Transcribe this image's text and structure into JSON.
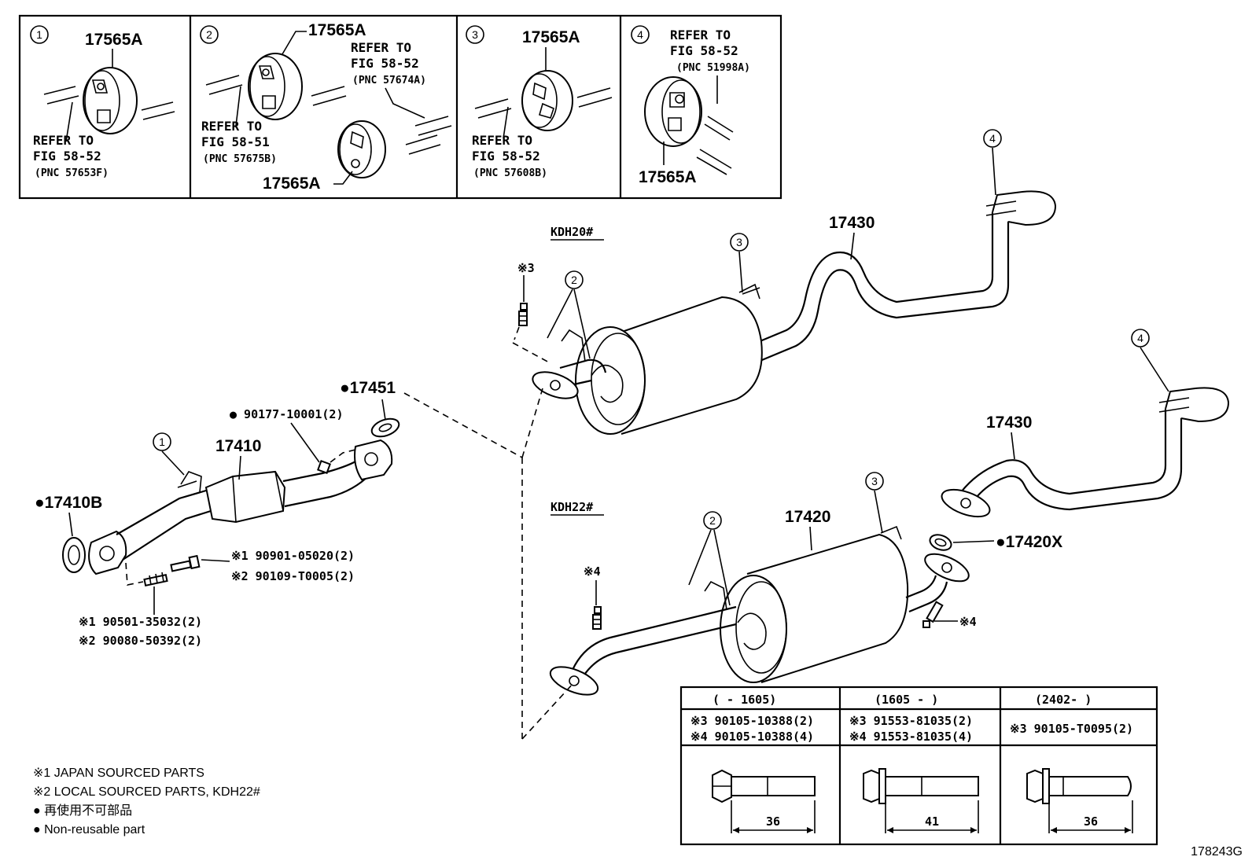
{
  "figure_id": "178243G",
  "detail_boxes": [
    {
      "num": "1",
      "part": "17565A",
      "refer_line1": "REFER TO",
      "refer_line2": "FIG 58-52",
      "pnc": "(PNC 57653F)"
    },
    {
      "num": "2",
      "part_top": "17565A",
      "refer_a_line1": "REFER TO",
      "refer_a_line2": "FIG 58-52",
      "pnc_a": "(PNC 57674A)",
      "refer_b_line1": "REFER TO",
      "refer_b_line2": "FIG 58-51",
      "pnc_b": "(PNC 57675B)",
      "part_bottom": "17565A"
    },
    {
      "num": "3",
      "part": "17565A",
      "refer_line1": "REFER TO",
      "refer_line2": "FIG 58-52",
      "pnc": "(PNC 57608B)"
    },
    {
      "num": "4",
      "part": "17565A",
      "refer_line1": "REFER TO",
      "refer_line2": "FIG 58-52",
      "pnc": "(PNC 51998A)"
    }
  ],
  "models": {
    "a": "KDH20#",
    "b": "KDH22#"
  },
  "callouts": {
    "c1": "1",
    "c2": "2",
    "c3": "3",
    "c4": "4"
  },
  "parts": {
    "p17430": "17430",
    "p17420": "17420",
    "p17410": "17410",
    "p17451": "●17451",
    "p17410b": "●17410B",
    "p17420x": "●17420X",
    "gasket_bolt": "● 90177-10001(2)",
    "s1_bolt": "※1 90901-05020(2)",
    "s2_bolt": "※2 90109-T0005(2)",
    "s1_stud": "※1 90501-35032(2)",
    "s2_stud": "※2 90080-50392(2)",
    "mark3": "※3",
    "mark4a": "※4",
    "mark4b": "※4"
  },
  "legend": {
    "l1": "※1 JAPAN SOURCED PARTS",
    "l2": "※2 LOCAL SOURCED PARTS, KDH22#",
    "l3": "● 再使用不可部品",
    "l4": "● Non-reusable part"
  },
  "bolt_table": {
    "headers": [
      "(        - 1605)",
      "(1605 -        )",
      "(2402-        )"
    ],
    "rows": [
      {
        "l1": "※3 90105-10388(2)",
        "l2": "※4 90105-10388(4)"
      },
      {
        "l1": "※3  91553-81035(2)",
        "l2": "※4  91553-81035(4)"
      },
      {
        "l1": "※3  90105-T0095(2)",
        "l2": ""
      }
    ],
    "lengths": [
      "36",
      "41",
      "36"
    ]
  }
}
